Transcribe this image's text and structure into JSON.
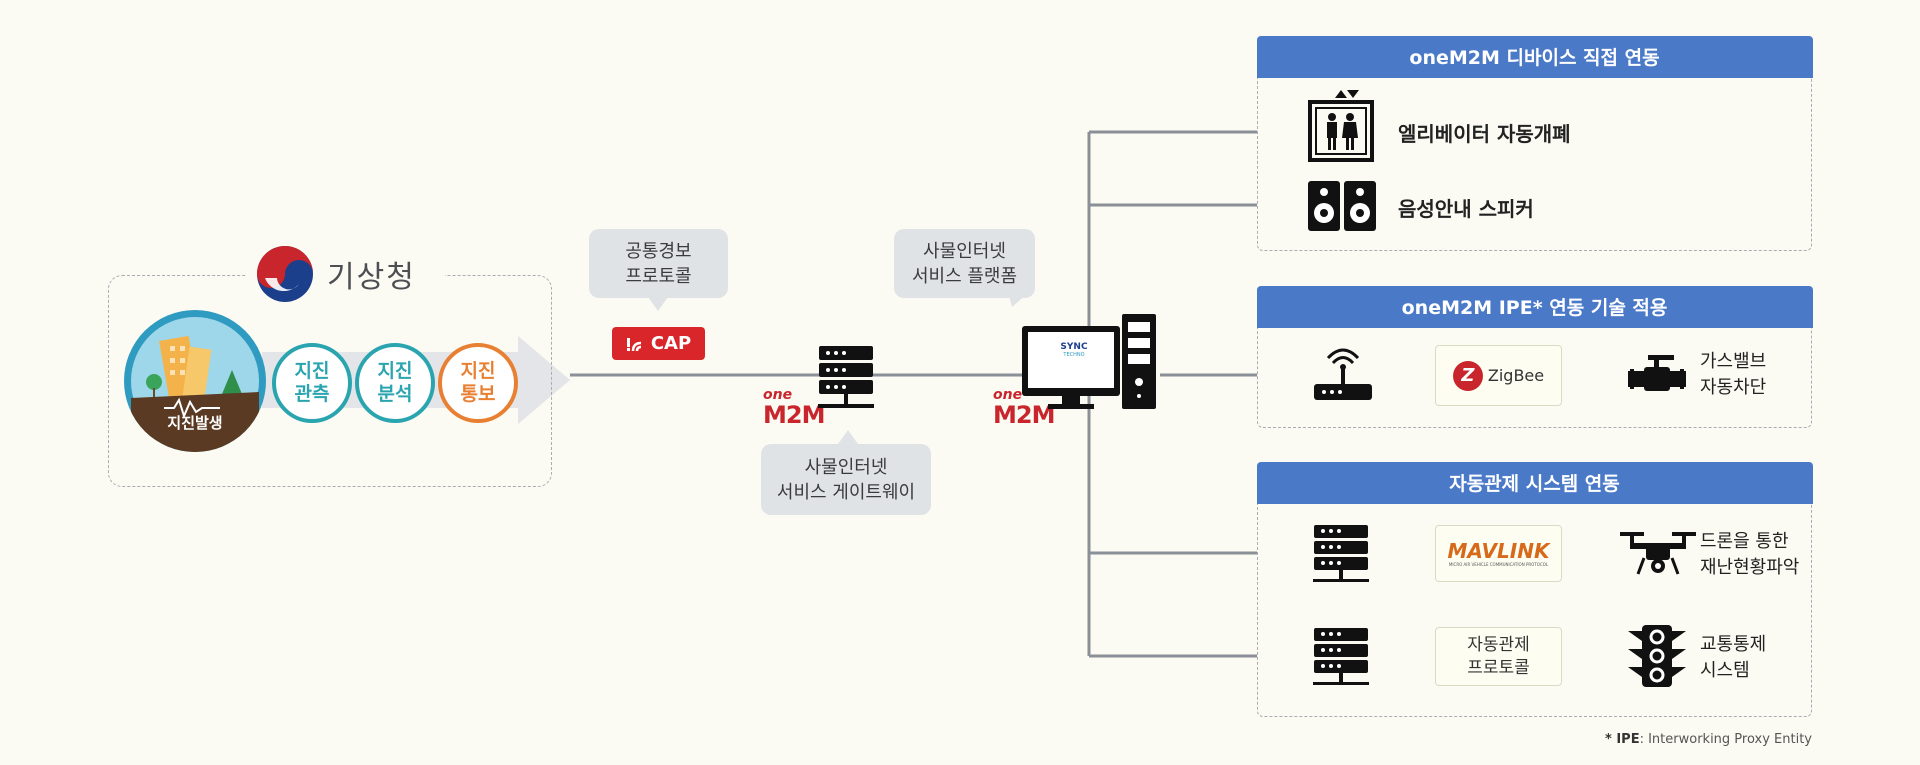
{
  "agency": {
    "name": "기상청"
  },
  "earthquake": {
    "event_label": "지진발생",
    "stages": [
      "지진\n관측",
      "지진\n분석",
      "지진\n통보"
    ]
  },
  "cap": {
    "bubble_lines": [
      "공통경보",
      "프로토콜"
    ],
    "badge": "CAP"
  },
  "onem2m_logo": {
    "one": "one",
    "m2m": "M2M"
  },
  "gateway": {
    "bubble_lines": [
      "사물인터넷",
      "서비스 게이트웨이"
    ]
  },
  "platform": {
    "bubble_lines": [
      "사물인터넷",
      "서비스 플랫폼"
    ],
    "screen_text": "SYNC",
    "screen_subtext": "TECHNO"
  },
  "panels": {
    "direct": {
      "title": "oneM2M 디바이스 직접 연동",
      "items": [
        {
          "label": "엘리베이터 자동개폐",
          "icon": "elevator-icon"
        },
        {
          "label": "음성안내 스피커",
          "icon": "speaker-icon"
        }
      ]
    },
    "ipe": {
      "title": "oneM2M IPE* 연동 기술 적용",
      "protocol": "ZigBee",
      "protocol_mark": "Z",
      "target_lines": [
        "가스밸브",
        "자동차단"
      ]
    },
    "control": {
      "title": "자동관제 시스템 연동",
      "rows": [
        {
          "protocol": "MAVLINK",
          "protocol_sub": "MICRO AIR VEHICLE COMMUNICATION PROTOCOL",
          "target_lines": [
            "드론을 통한",
            "재난현황파악"
          ]
        },
        {
          "protocol_lines": [
            "자동관제",
            "프로토콜"
          ],
          "target_lines": [
            "교통통제",
            "시스템"
          ]
        }
      ]
    }
  },
  "footnote": {
    "key": "* IPE",
    "text": ": Interworking Proxy Entity"
  },
  "colors": {
    "panel_header": "#4a79c8",
    "stage_teal": "#2aa5b0",
    "stage_orange": "#e88034",
    "cap_red": "#d9262b",
    "connector": "#8b8f97"
  }
}
